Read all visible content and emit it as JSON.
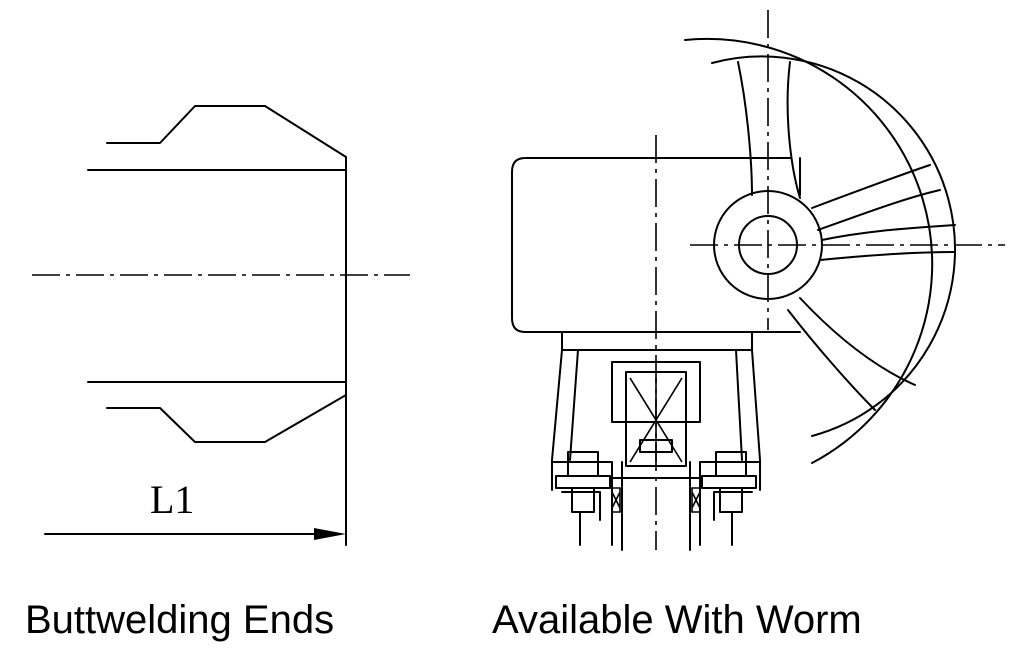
{
  "left_figure": {
    "dimension_label": "L1",
    "caption": "Buttwelding Ends"
  },
  "right_figure": {
    "caption": "Available With Worm"
  }
}
